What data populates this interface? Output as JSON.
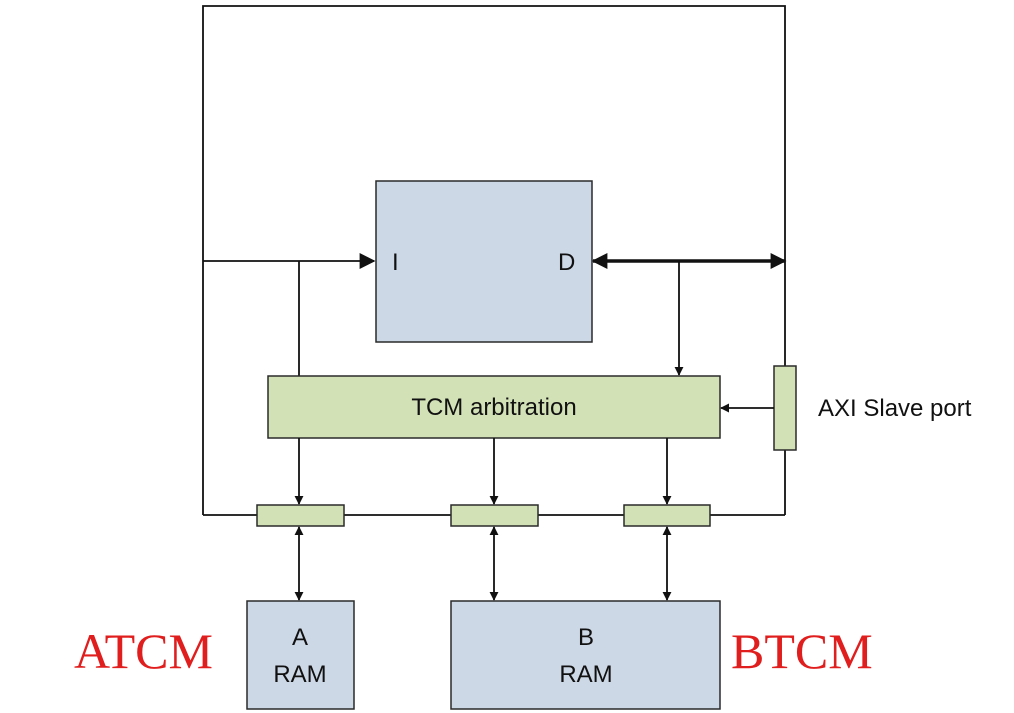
{
  "core": {
    "port_i": "I",
    "port_d": "D"
  },
  "arbiter": {
    "label": "TCM arbitration"
  },
  "axi": {
    "label": "AXI Slave port"
  },
  "ram_a": {
    "line1": "A",
    "line2": "RAM"
  },
  "ram_b": {
    "line1": "B",
    "line2": "RAM"
  },
  "annotations": {
    "atcm": "ATCM",
    "btcm": "BTCM"
  },
  "colors": {
    "core_fill": "#cdd8e6",
    "arbiter_fill": "#d3e1b6",
    "annotation_red": "#e01e1e"
  }
}
